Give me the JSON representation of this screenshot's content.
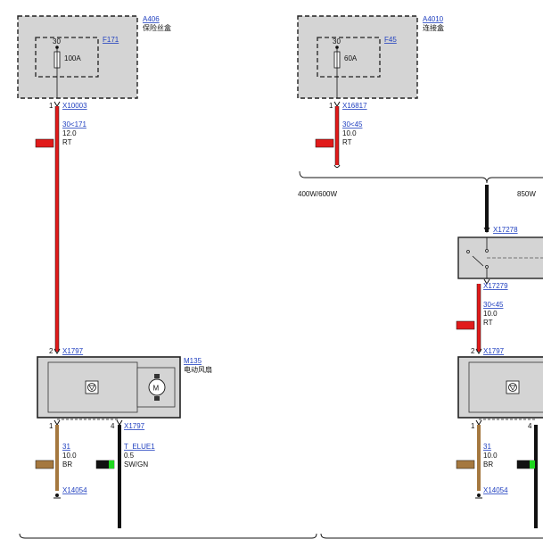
{
  "left": {
    "fuse_box": {
      "id": "A406",
      "desc": "保险丝盒"
    },
    "fuse": {
      "id": "F171",
      "pin": "30",
      "rating": "100A"
    },
    "connector_top": {
      "pin": "1",
      "id": "X10003"
    },
    "wire_top": {
      "circuit": "30<171",
      "gauge": "12.0",
      "color": "RT"
    },
    "connector_fan": {
      "pin": "2",
      "id": "X1797"
    },
    "fan": {
      "id": "M135",
      "desc": "电动风扇"
    },
    "ground_pin": "1",
    "signal_connector": {
      "pin": "4",
      "id": "X1797"
    },
    "ground_wire": {
      "circuit": "31",
      "gauge": "10.0",
      "color": "BR"
    },
    "ground_connector": "X14054",
    "signal_wire": {
      "circuit": "T_ELUE1",
      "gauge": "0.5",
      "color": "SW/GN"
    }
  },
  "right": {
    "box": {
      "id": "A4010",
      "desc": "连接盒"
    },
    "fuse": {
      "id": "F45",
      "pin": "30",
      "rating": "60A"
    },
    "connector_top": {
      "pin": "1",
      "id": "X16817"
    },
    "wire_top": {
      "circuit": "30<45",
      "gauge": "10.0",
      "color": "RT"
    },
    "variant_a": "400W/600W",
    "variant_b": "850W",
    "relay_connector_in": "X17278",
    "relay_connector_out": "X17279",
    "wire_mid": {
      "circuit": "30<45",
      "gauge": "10.0",
      "color": "RT"
    },
    "connector_fan": {
      "pin": "2",
      "id": "X1797"
    },
    "ground_pin": "1",
    "signal_pin": "4",
    "ground_wire": {
      "circuit": "31",
      "gauge": "10.0",
      "color": "BR"
    },
    "ground_connector": "X14054"
  },
  "colors": {
    "red_wire": "#e11a1a",
    "brown_wire": "#a5783f",
    "black_wire": "#111111",
    "green_stripe": "#1ed61e",
    "box_fill": "#d4d4d4"
  }
}
